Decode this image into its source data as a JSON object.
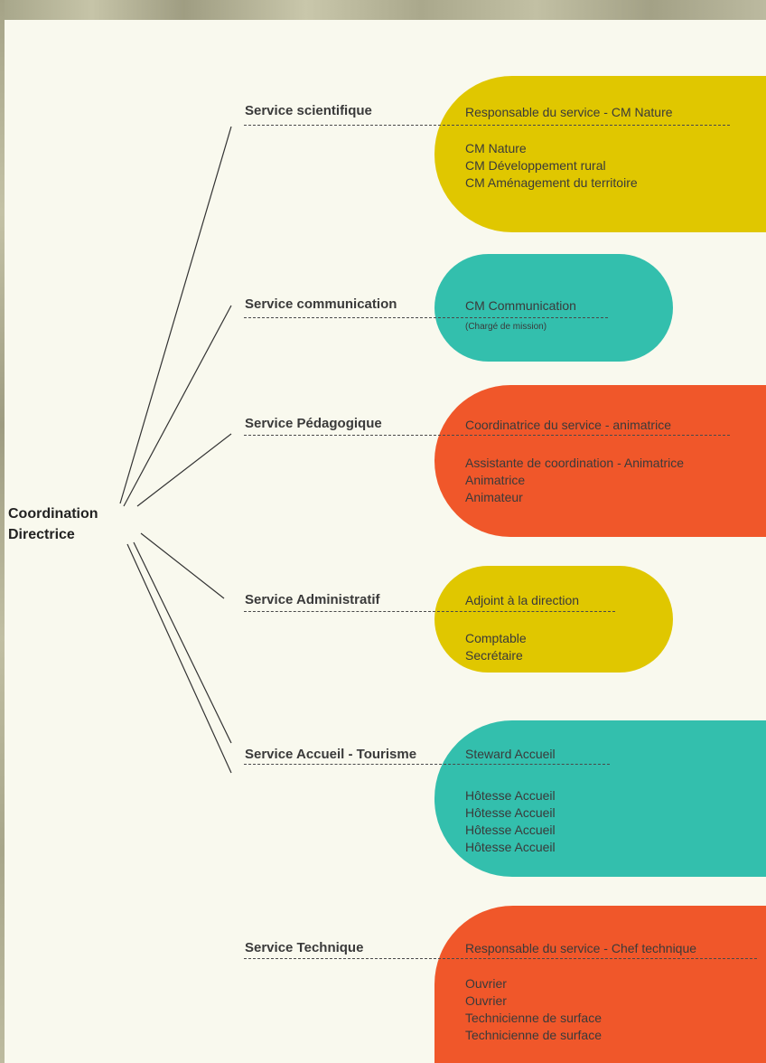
{
  "root": {
    "line1": "Coordination",
    "line2": "Directrice"
  },
  "colors": {
    "yellow": "#e0c700",
    "teal": "#33bfad",
    "orange": "#f0572a",
    "line": "#333333",
    "paper": "#f9f9ee"
  },
  "services": [
    {
      "name": "Service scientifique",
      "color": "yellow",
      "head": "Responsable du service - CM Nature",
      "members": [
        "CM Nature",
        "CM Développement rural",
        "CM Aménagement du territoire"
      ]
    },
    {
      "name": "Service communication",
      "color": "teal",
      "head": "CM Communication",
      "note": "(Chargé de mission)",
      "members": []
    },
    {
      "name": "Service Pédagogique",
      "color": "orange",
      "head": "Coordinatrice du service - animatrice",
      "members": [
        "Assistante de coordination - Animatrice",
        "Animatrice",
        "Animateur"
      ]
    },
    {
      "name": "Service Administratif",
      "color": "yellow",
      "head": "Adjoint à la direction",
      "members": [
        "Comptable",
        "Secrétaire"
      ]
    },
    {
      "name": "Service Accueil - Tourisme",
      "color": "teal",
      "head": "Steward Accueil",
      "members": [
        "Hôtesse Accueil",
        "Hôtesse Accueil",
        "Hôtesse Accueil",
        "Hôtesse Accueil"
      ]
    },
    {
      "name": "Service Technique",
      "color": "orange",
      "head": "Responsable du service - Chef technique",
      "members": [
        "Ouvrier",
        "Ouvrier",
        "Technicienne de surface",
        "Technicienne de surface"
      ]
    }
  ]
}
